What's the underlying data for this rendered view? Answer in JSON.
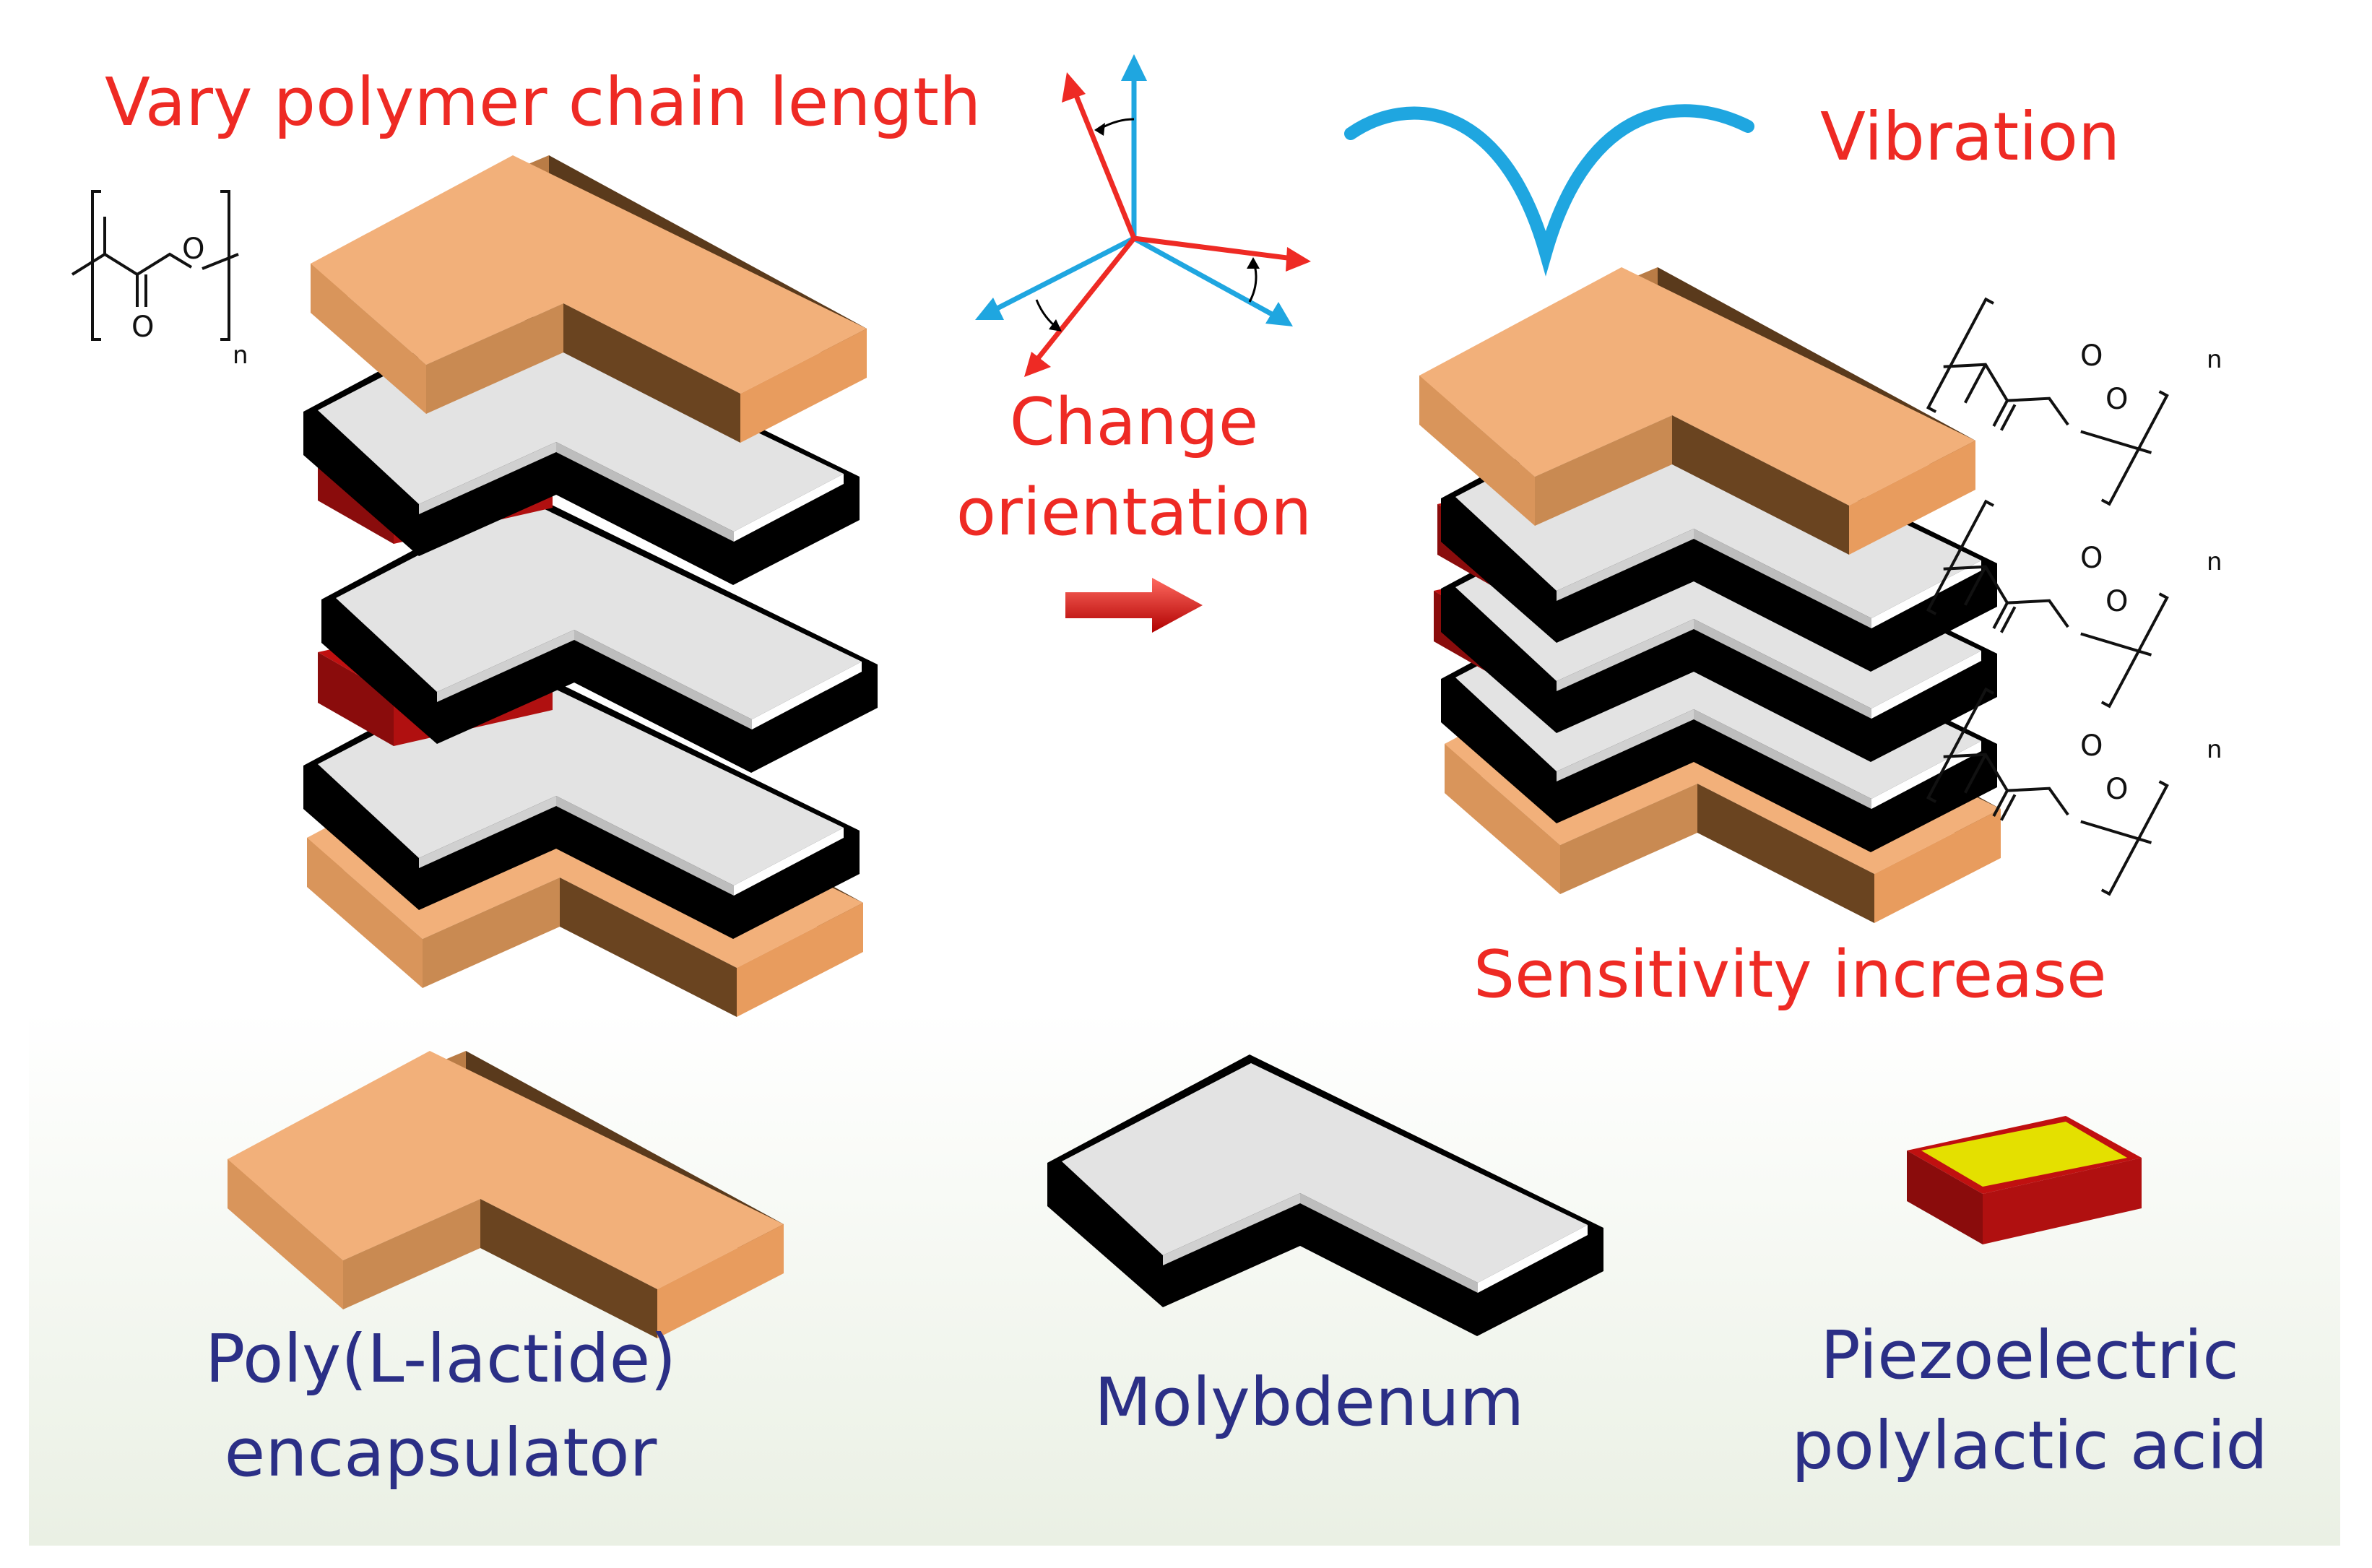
{
  "labels": {
    "vary": "Vary polymer chain length",
    "change_line1": "Change",
    "change_line2": "orientation",
    "vibration": "Vibration",
    "sensitivity": "Sensitivity increase",
    "legend_plla_line1": "Poly(L-lactide)",
    "legend_plla_line2": "encapsulator",
    "legend_mo": "Molybdenum",
    "legend_pla_line1": "Piezoelectric",
    "legend_pla_line2": "polylactic acid"
  },
  "chem": {
    "oxygen": "O",
    "subscript": "n"
  },
  "colors": {
    "label_red": "#ee2a24",
    "label_navy": "#2b2f86",
    "plla_top": "#f2b07a",
    "plla_front": "#c98a52",
    "plla_side": "#5a3a1c",
    "mo_top": "#e3e3e3",
    "mo_base": "#000000",
    "pla_fill": "#e4e000",
    "pla_frame": "#c01010",
    "pla_side": "#8a0c0c",
    "axis_red": "#ee2a24",
    "axis_blue": "#1fa6e0",
    "vibration_curve": "#1fa6e0"
  },
  "icons": [
    "red-arrow-icon",
    "axes-icon",
    "vibration-icon"
  ]
}
